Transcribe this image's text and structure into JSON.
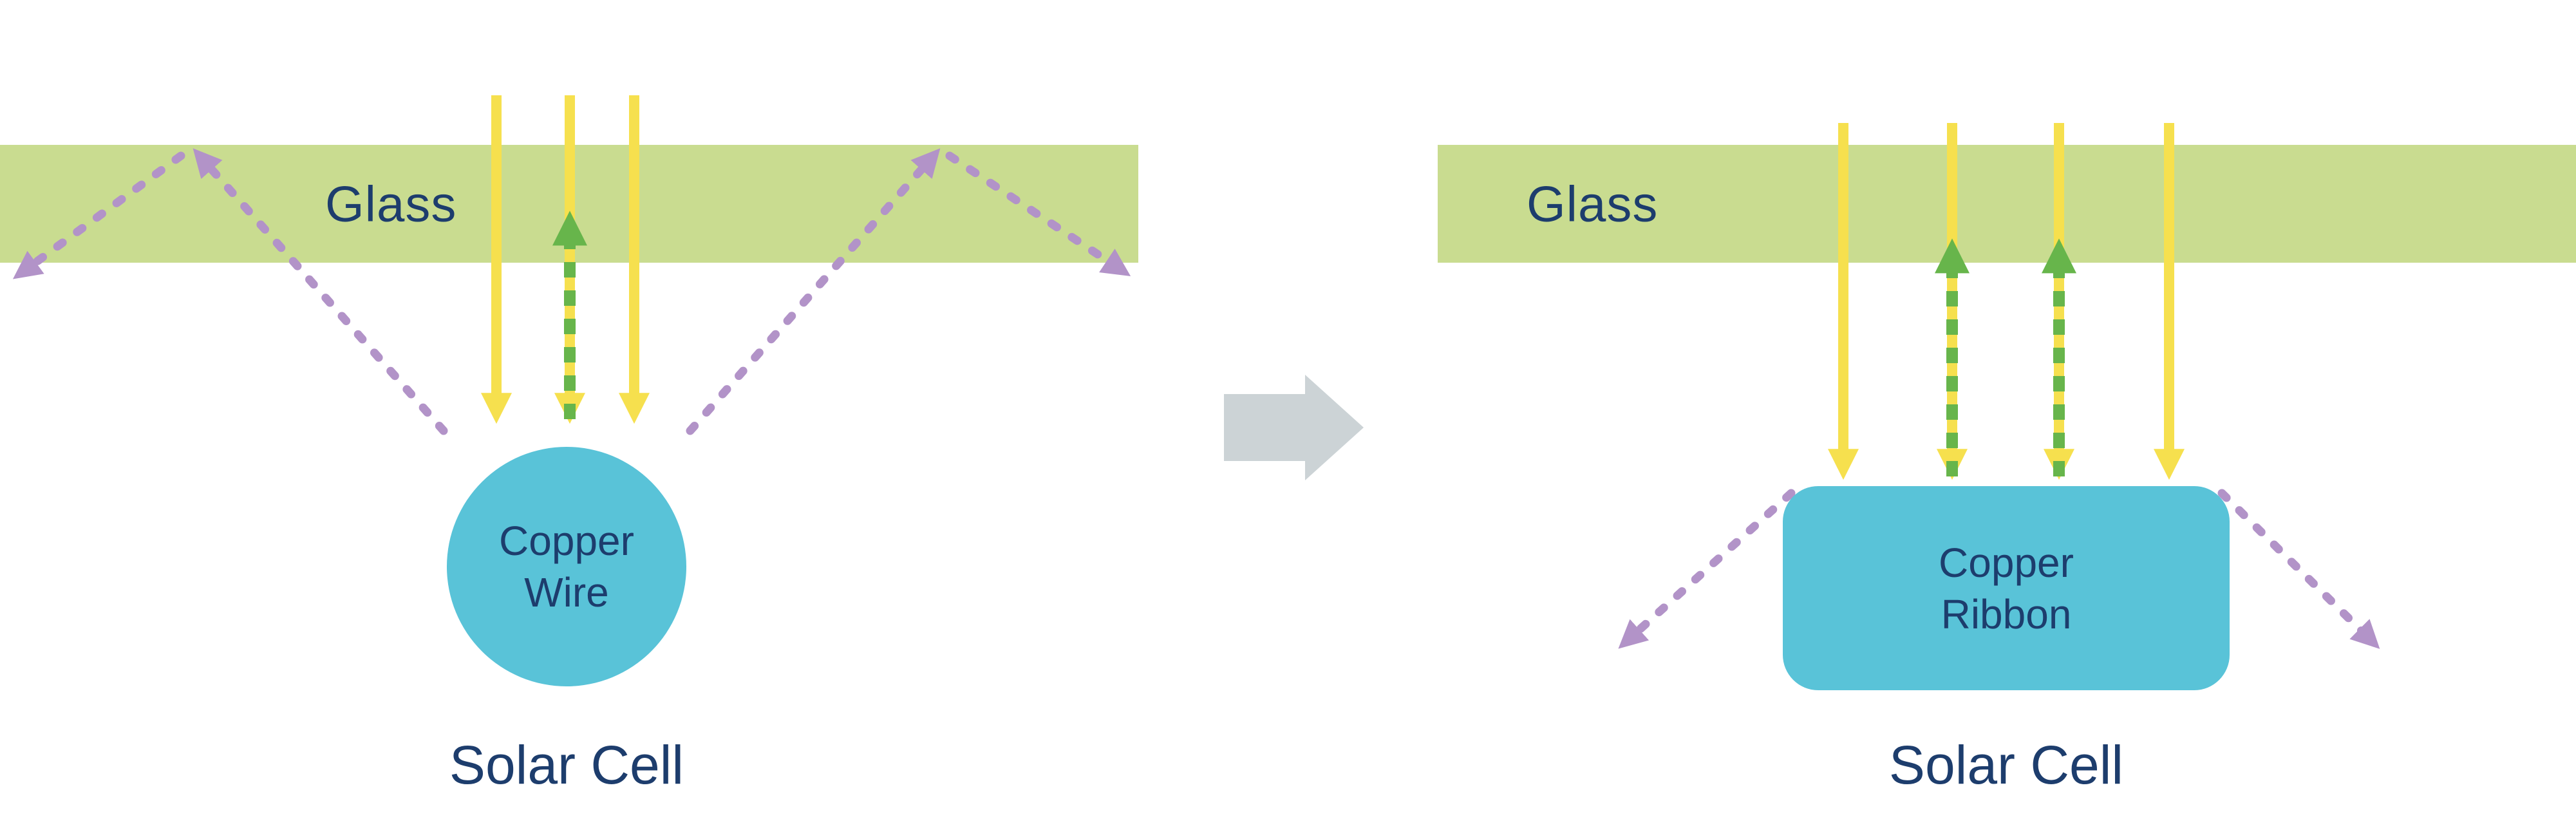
{
  "diagram": {
    "left": {
      "glass_label": "Glass",
      "conductor_label": "Copper Wire",
      "cell_label": "Solar Cell"
    },
    "right": {
      "glass_label": "Glass",
      "conductor_label": "Copper Ribbon",
      "cell_label": "Solar Cell"
    },
    "icons": {
      "incoming_light": "down-arrow-icon",
      "reflected_light": "dashed-up-arrow-icon",
      "scattered_light": "dashed-diagonal-arrow-icon",
      "transform": "right-block-arrow-icon"
    },
    "colors": {
      "glass": "#c9dc90",
      "incoming_light": "#f6e04e",
      "reflected_up_light": "#67b54b",
      "scattered_light": "#b293c8",
      "copper": "#59c3d8",
      "text": "#1d3d6d",
      "transform_arrow": "#ccd3d6"
    }
  }
}
